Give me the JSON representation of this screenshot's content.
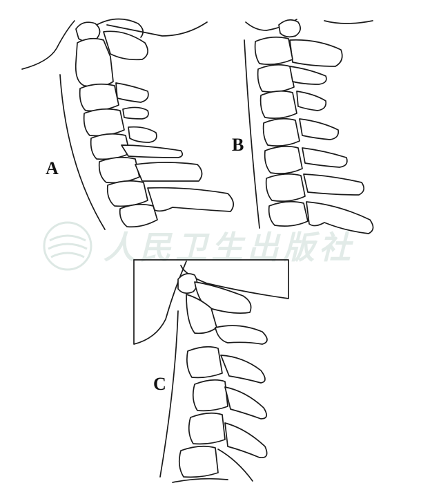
{
  "figure": {
    "panel_labels": {
      "a": "A",
      "b": "B",
      "c": "C"
    },
    "watermark_text": "人民卫生出版社",
    "colors": {
      "line": "#1a1a1a",
      "watermark": "#e2ebe8",
      "background": "#ffffff"
    }
  }
}
